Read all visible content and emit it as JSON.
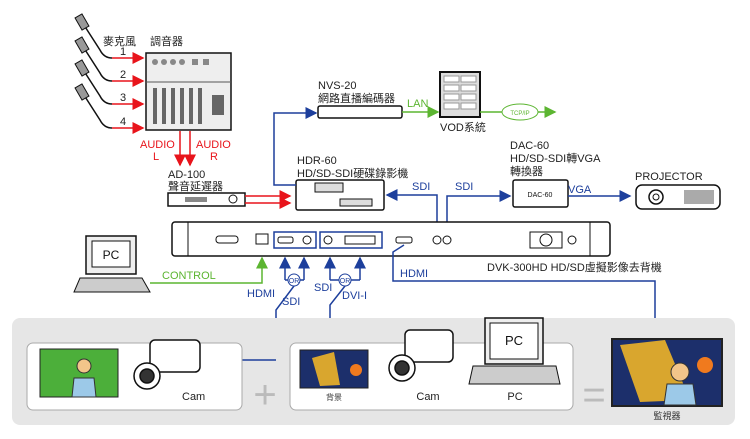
{
  "colors": {
    "audio": "#e8141b",
    "video": "#1d3f9c",
    "network": "#5cb531",
    "panel": "#e6e6e6"
  },
  "mics": {
    "label": "麥克風",
    "channels": [
      "1",
      "2",
      "3",
      "4"
    ]
  },
  "mixer": {
    "label": "調音器"
  },
  "audio": {
    "left": [
      "AUDIO",
      "L"
    ],
    "right": [
      "AUDIO",
      "R"
    ]
  },
  "ad100": {
    "model": "AD-100",
    "name": "聲音延遲器"
  },
  "hdr60": {
    "model": "HDR-60",
    "name": "HD/SD-SDI硬碟錄影機"
  },
  "nvs20": {
    "model": "NVS-20",
    "name": "網路直播編碼器"
  },
  "lan": "LAN",
  "vod": "VOD系統",
  "cloud": "TCP/IP",
  "dac60": {
    "model": "DAC-60",
    "name1": "HD/SD-SDI轉VGA",
    "name2": "轉換器",
    "device_text": "DAC-60"
  },
  "vga": "VGA",
  "projector": "PROJECTOR",
  "sdi_out1": "SDI",
  "sdi_out2": "SDI",
  "pc_left": "PC",
  "control": "CONTROL",
  "dvk": "DVK-300HD  HD/SD虛擬影像去背機",
  "hdmi_out": "HDMI",
  "inputs": {
    "or": "OR",
    "hdmi": "HDMI",
    "sdi_a": "SDI",
    "sdi_b": "SDI",
    "dvi": "DVI-I"
  },
  "bottom": {
    "cam1": "Cam",
    "plus": "+",
    "background": "背景",
    "cam2": "Cam",
    "pc_screen": "PC",
    "pc": "PC",
    "equals": "=",
    "monitor": "監視器"
  }
}
